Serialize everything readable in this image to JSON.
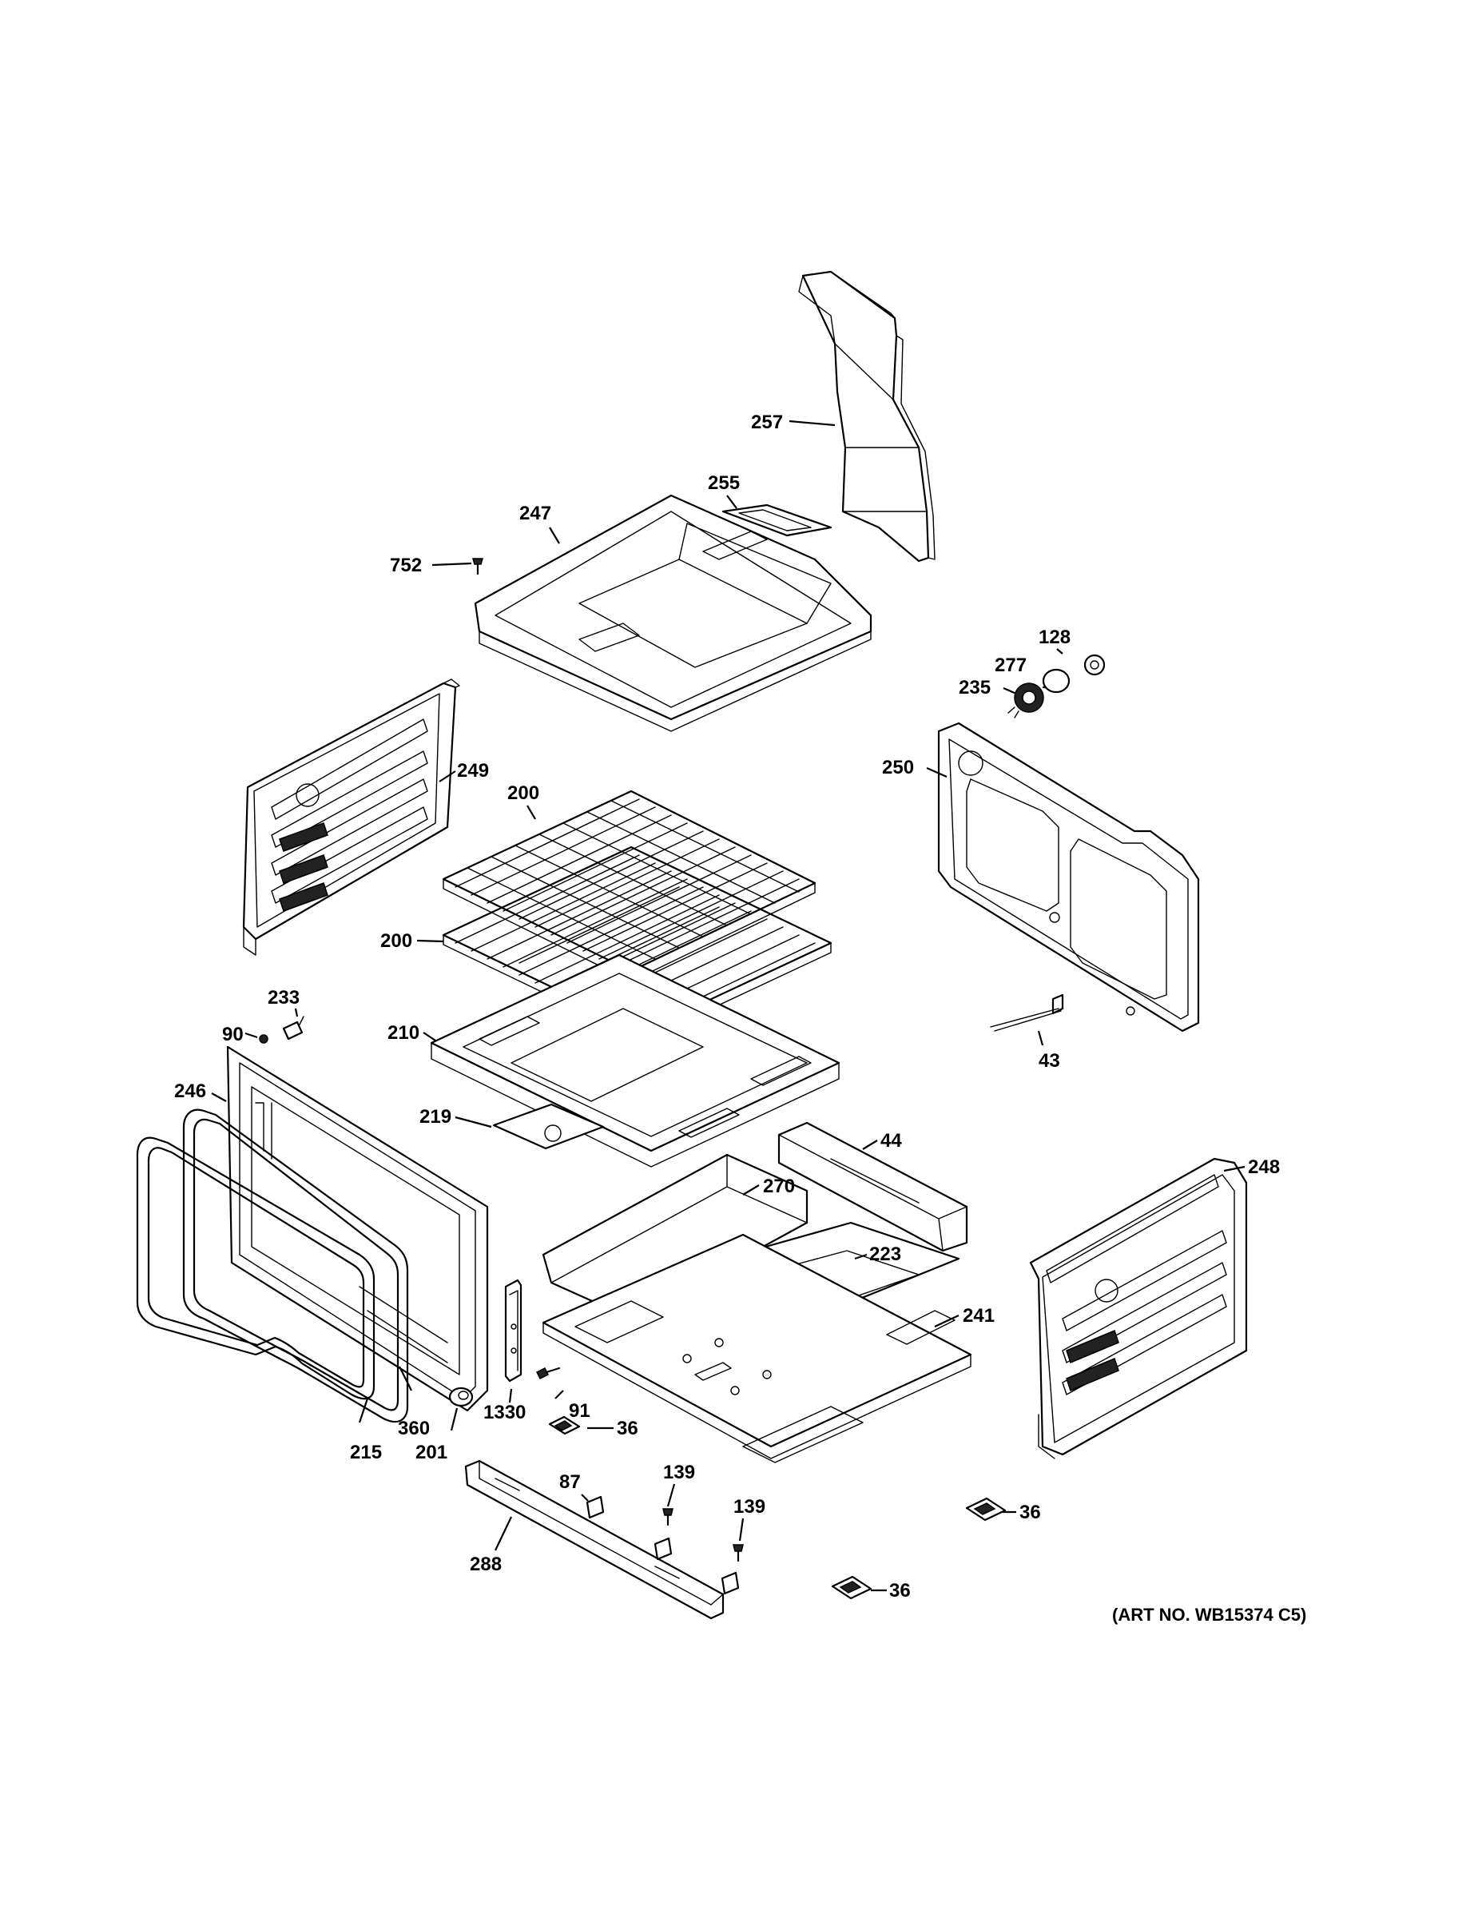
{
  "callouts": {
    "c257": "257",
    "c255": "255",
    "c247": "247",
    "c752": "752",
    "c128": "128",
    "c277": "277",
    "c235": "235",
    "c250": "250",
    "c249": "249",
    "c200a": "200",
    "c200b": "200",
    "c233": "233",
    "c90": "90",
    "c210": "210",
    "c246": "246",
    "c219": "219",
    "c44": "44",
    "c43": "43",
    "c248": "248",
    "c270": "270",
    "c223": "223",
    "c241": "241",
    "c91": "91",
    "c1330": "1330",
    "c360": "360",
    "c215": "215",
    "c201": "201",
    "c36a": "36",
    "c87": "87",
    "c139a": "139",
    "c139b": "139",
    "c288": "288",
    "c36b": "36",
    "c36c": "36"
  },
  "art_number": "(ART NO. WB15374 C5)"
}
